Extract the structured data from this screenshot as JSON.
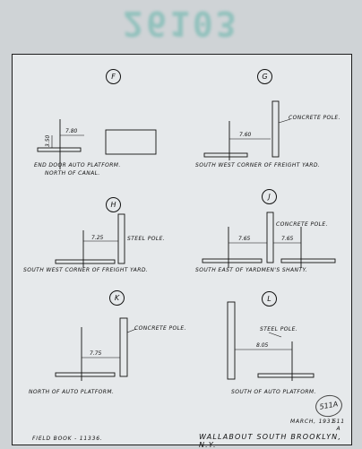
{
  "stamp": "26103",
  "sections": [
    {
      "letter": "F",
      "dimension_h": "7.80",
      "dimension_v": "3.50",
      "caption": "END DOOR AUTO PLATFORM.",
      "caption2": "NORTH OF CANAL."
    },
    {
      "letter": "G",
      "dimension_h": "7.60",
      "pole_label": "CONCRETE POLE.",
      "caption": "SOUTH WEST CORNER OF FREIGHT YARD."
    },
    {
      "letter": "H",
      "dimension_h": "7.25",
      "pole_label": "STEEL POLE.",
      "caption": "SOUTH WEST CORNER OF FREIGHT YARD."
    },
    {
      "letter": "J",
      "dimension_h": "7.65",
      "dimension_h2": "7.65",
      "pole_label": "CONCRETE POLE.",
      "caption": "SOUTH EAST OF YARDMEN'S SHANTY."
    },
    {
      "letter": "K",
      "dimension_h": "7.75",
      "pole_label": "CONCRETE POLE.",
      "caption": "NORTH OF AUTO PLATFORM."
    },
    {
      "letter": "L",
      "dimension_h": "8.05",
      "pole_label": "STEEL POLE.",
      "caption": "SOUTH OF AUTO PLATFORM."
    }
  ],
  "footer": {
    "field_book": "FIELD BOOK - 11336.",
    "date": "MARCH, 1931",
    "location": "WALLABOUT SOUTH BROOKLYN, N.Y.",
    "sheet_num": "511A",
    "sheet_corner": "511 A"
  }
}
